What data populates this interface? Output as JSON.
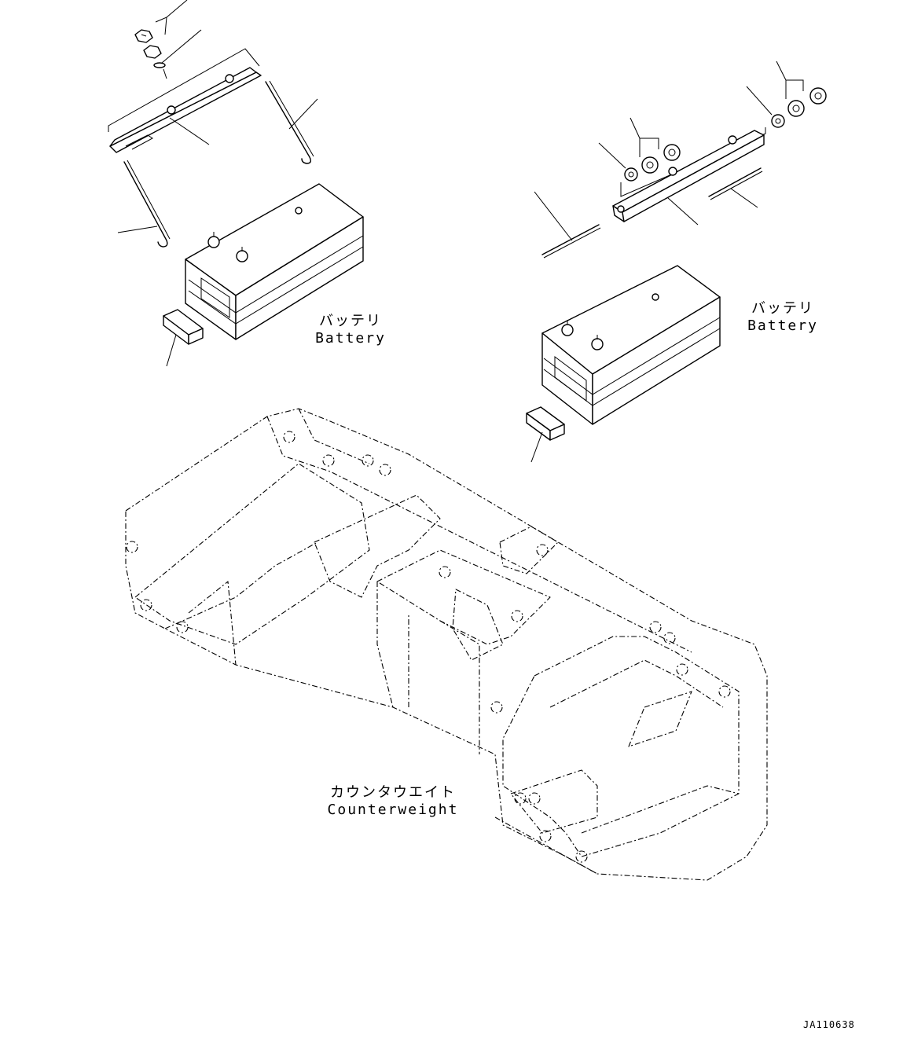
{
  "labels": {
    "battery_left_jp": "バッテリ",
    "battery_left_en": "Battery",
    "battery_right_jp": "バッテリ",
    "battery_right_en": "Battery",
    "counterweight_jp": "カウンタウエイト",
    "counterweight_en": "Counterweight"
  },
  "drawing_code": "JA110638"
}
